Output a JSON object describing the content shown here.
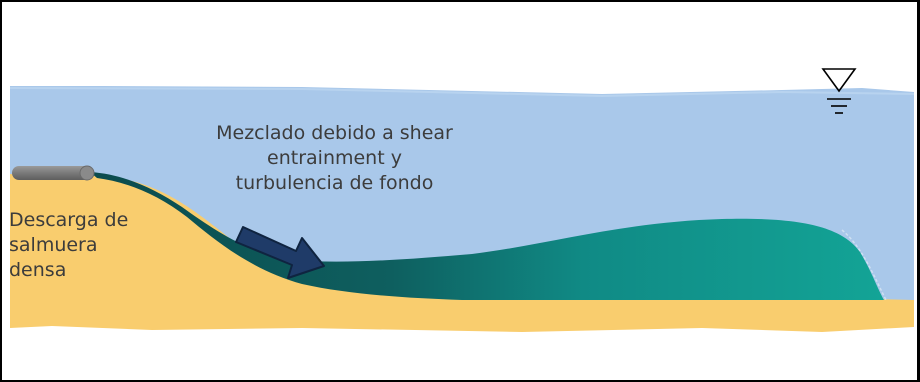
{
  "diagram": {
    "mixing_label": {
      "line1": "Mezclado debido a shear",
      "line2": "entrainment y",
      "line3": "turbulencia de fondo"
    },
    "discharge_label": {
      "line1": "Descarga de",
      "line2": "salmuera",
      "line3": "densa"
    },
    "icons": {
      "water_level": "water-level-icon",
      "outfall_pipe": "outfall-pipe-icon",
      "flow_arrow": "flow-arrow-icon"
    },
    "colors": {
      "water": "#a9c8ea",
      "seabed": "#f9cd6e",
      "plume_dark": "#0b4b4d",
      "plume_light": "#119e93",
      "arrow": "#1f3b68",
      "pipe": "#7d7d7d"
    }
  }
}
